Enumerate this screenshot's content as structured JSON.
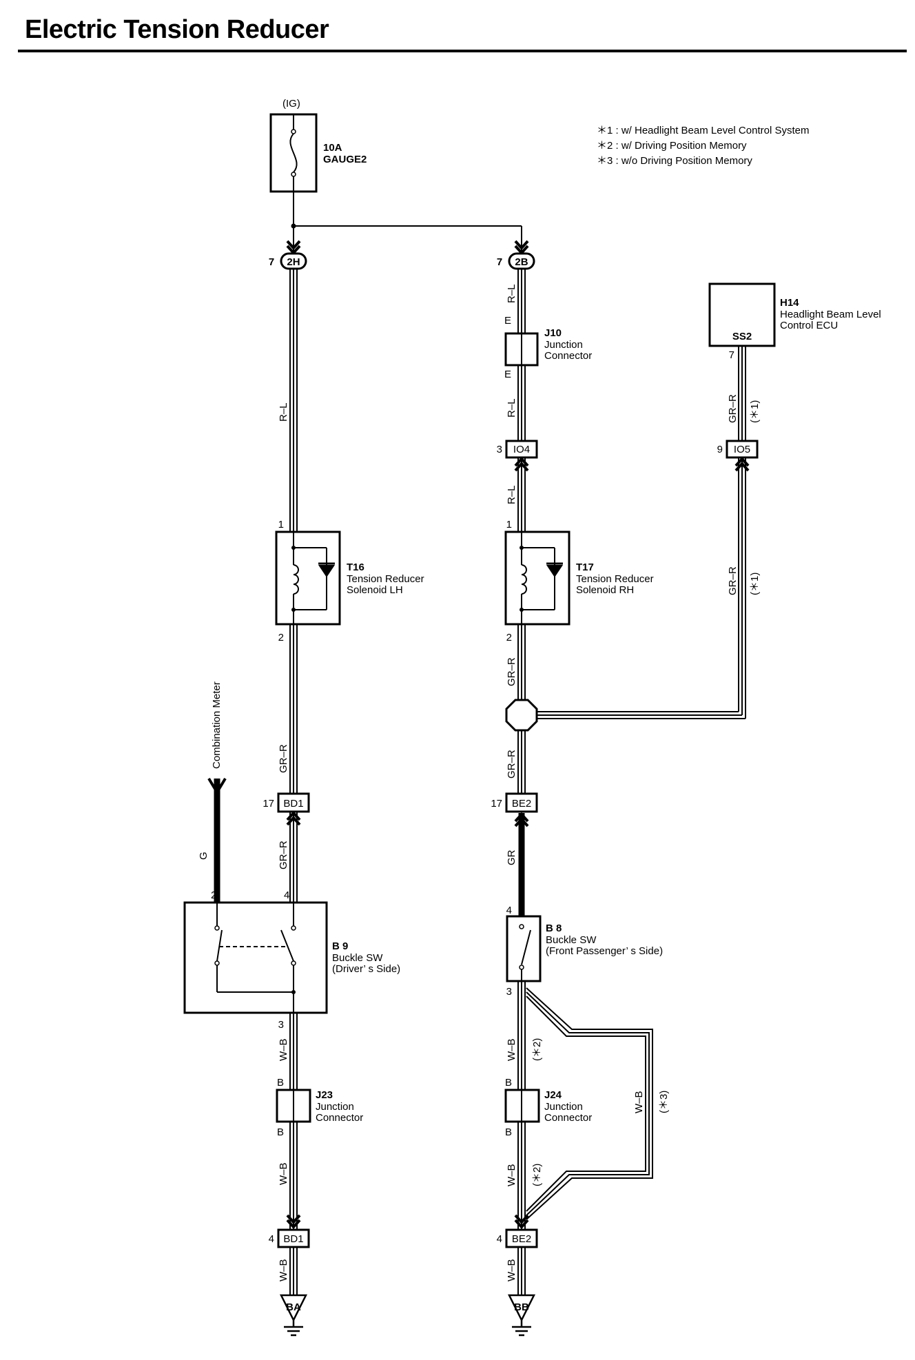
{
  "title": "Electric Tension Reducer",
  "legend": [
    "＊1 : w/ Headlight Beam Level Control System",
    "＊2 : w/ Driving Position Memory",
    "＊3 : w/o Driving Position Memory"
  ],
  "fuse": {
    "source": "(IG)",
    "rating": "10A",
    "name": "GAUGE2"
  },
  "connectors": {
    "c2h": {
      "id": "2H",
      "pin": "7"
    },
    "c2b": {
      "id": "2B",
      "pin": "7"
    },
    "io4": {
      "id": "IO4",
      "pin": "3"
    },
    "io5": {
      "id": "IO5",
      "pin": "9"
    },
    "bd1a": {
      "id": "BD1",
      "pin": "17"
    },
    "be2a": {
      "id": "BE2",
      "pin": "17"
    },
    "bd1b": {
      "id": "BD1",
      "pin": "4"
    },
    "be2b": {
      "id": "BE2",
      "pin": "4"
    }
  },
  "components": {
    "t16": {
      "code": "T16",
      "name1": "Tension Reducer",
      "name2": "Solenoid LH",
      "pin_in": "1",
      "pin_out": "2"
    },
    "t17": {
      "code": "T17",
      "name1": "Tension Reducer",
      "name2": "Solenoid RH",
      "pin_in": "1",
      "pin_out": "2"
    },
    "j10": {
      "code": "J10",
      "name1": "Junction",
      "name2": "Connector",
      "pin_in": "E",
      "pin_out": "E"
    },
    "h14": {
      "code": "H14",
      "name1": "Headlight Beam Level",
      "name2": "Control ECU",
      "terminal": "SS2",
      "pin": "7"
    },
    "b9": {
      "code": "B 9",
      "name1": "Buckle SW",
      "name2": "(Driver’ s Side)",
      "pin_g": "2",
      "pin_in": "4",
      "pin_out": "3"
    },
    "b8": {
      "code": "B 8",
      "name1": "Buckle SW",
      "name2": "(Front Passenger’ s Side)",
      "pin_in": "4",
      "pin_out": "3"
    },
    "j23": {
      "code": "J23",
      "name1": "Junction",
      "name2": "Connector",
      "pin_in": "B",
      "pin_out": "B"
    },
    "j24": {
      "code": "J24",
      "name1": "Junction",
      "name2": "Connector",
      "pin_in": "B",
      "pin_out": "B"
    }
  },
  "grounds": {
    "left": "BA",
    "right": "BB"
  },
  "external": {
    "meter": "Combination Meter"
  },
  "wires": {
    "rl": "R–L",
    "grr": "GR–R",
    "g": "G",
    "gr": "GR",
    "wb": "W–B",
    "note1": "(＊1)",
    "note2": "(＊2)",
    "note3": "(＊3)"
  }
}
